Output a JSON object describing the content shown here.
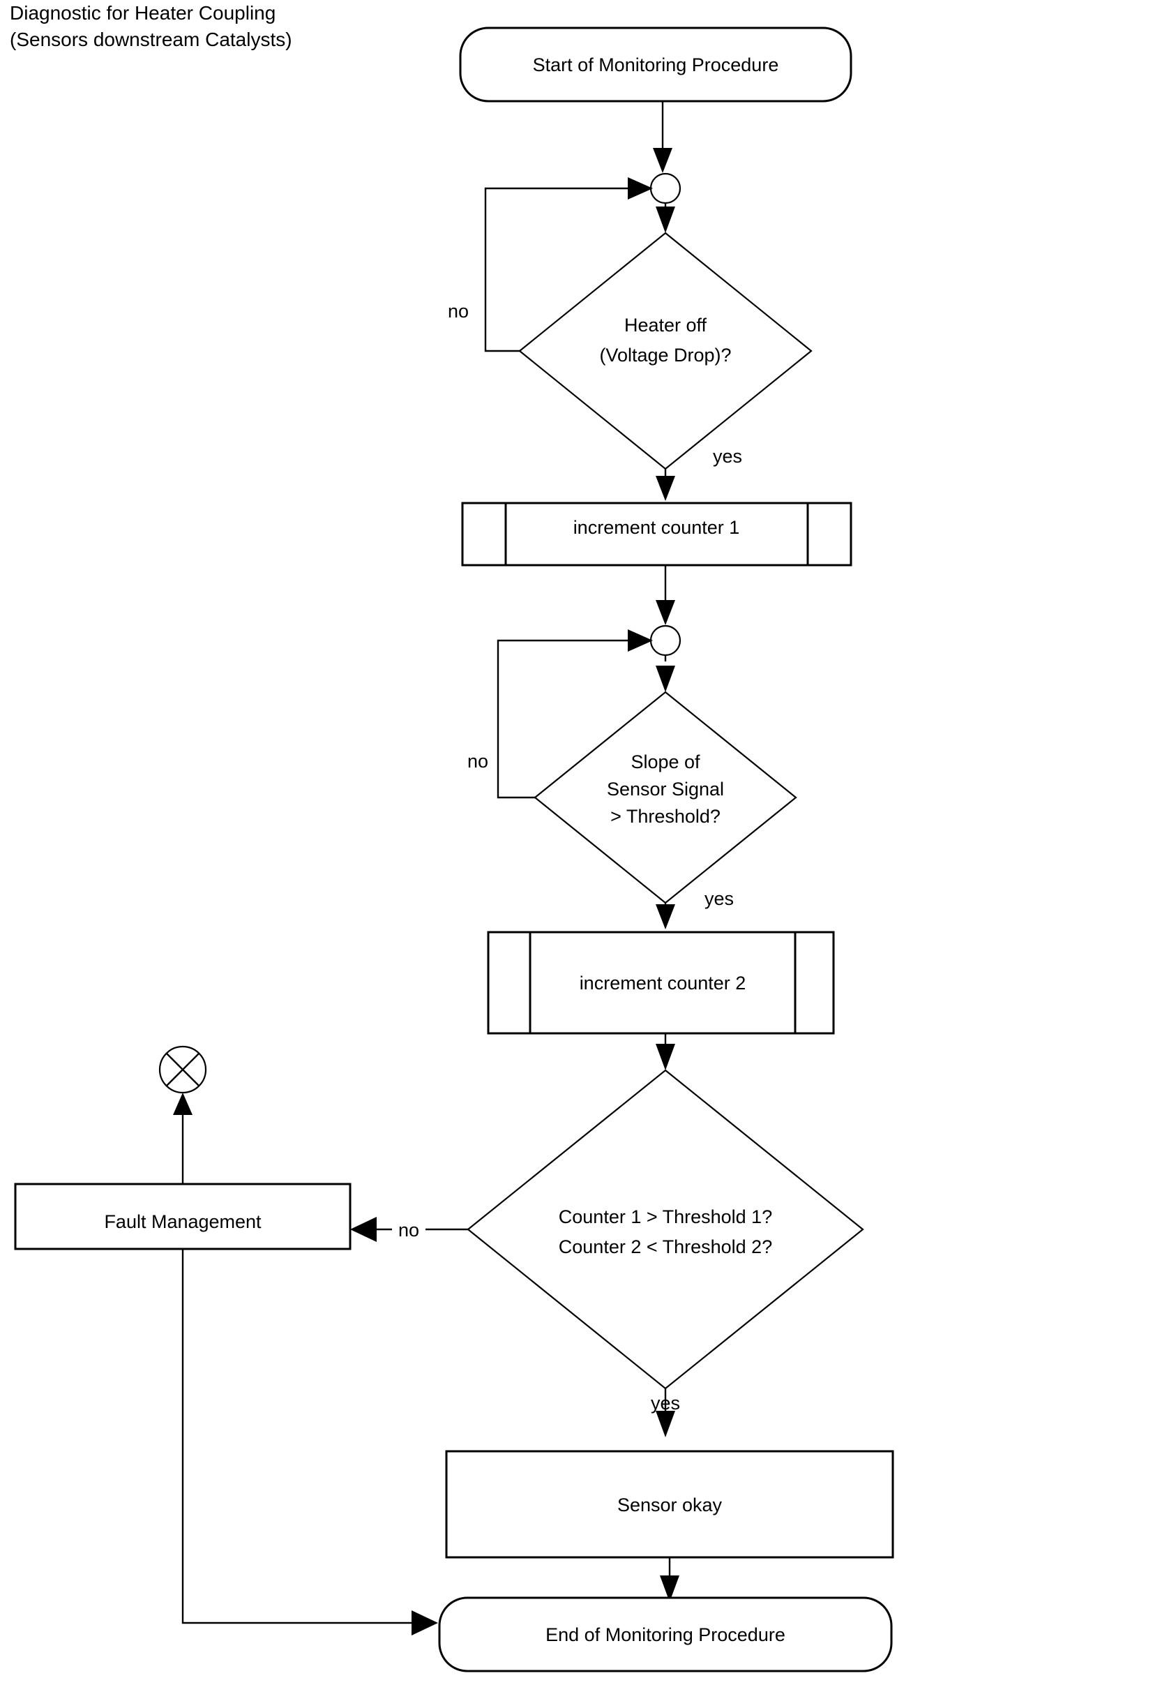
{
  "title": {
    "line1": "Diagnostic for Heater Coupling",
    "line2": "(Sensors downstream Catalysts)"
  },
  "nodes": {
    "start": {
      "label": "Start of Monitoring Procedure",
      "shape": "rounded-terminator"
    },
    "decision1": {
      "line1": "Heater off",
      "line2": "(Voltage Drop)?",
      "shape": "diamond"
    },
    "process1": {
      "label": "increment counter 1",
      "shape": "predefined-process"
    },
    "decision2": {
      "line1": "Slope of",
      "line2": "Sensor Signal",
      "line3": "> Threshold?",
      "shape": "diamond"
    },
    "process2": {
      "label": "increment counter 2",
      "shape": "predefined-process"
    },
    "decision3": {
      "line1": "Counter 1 > Threshold 1?",
      "line2": "Counter 2 < Threshold 2?",
      "shape": "diamond"
    },
    "fault": {
      "label": "Fault Management",
      "shape": "rectangle"
    },
    "sensor_okay": {
      "label": "Sensor okay",
      "shape": "rectangle"
    },
    "end": {
      "label": "End of Monitoring Procedure",
      "shape": "rounded-terminator"
    },
    "abort": {
      "label": "",
      "shape": "circle-cross-terminator"
    },
    "junction1": {
      "label": "",
      "shape": "circle-junction"
    },
    "junction2": {
      "label": "",
      "shape": "circle-junction"
    }
  },
  "edges": {
    "d1_no": "no",
    "d1_yes": "yes",
    "d2_no": "no",
    "d2_yes": "yes",
    "d3_no": "no",
    "d3_yes": "yes"
  },
  "colors": {
    "stroke": "#000000",
    "fill": "#ffffff",
    "text": "#000000"
  }
}
